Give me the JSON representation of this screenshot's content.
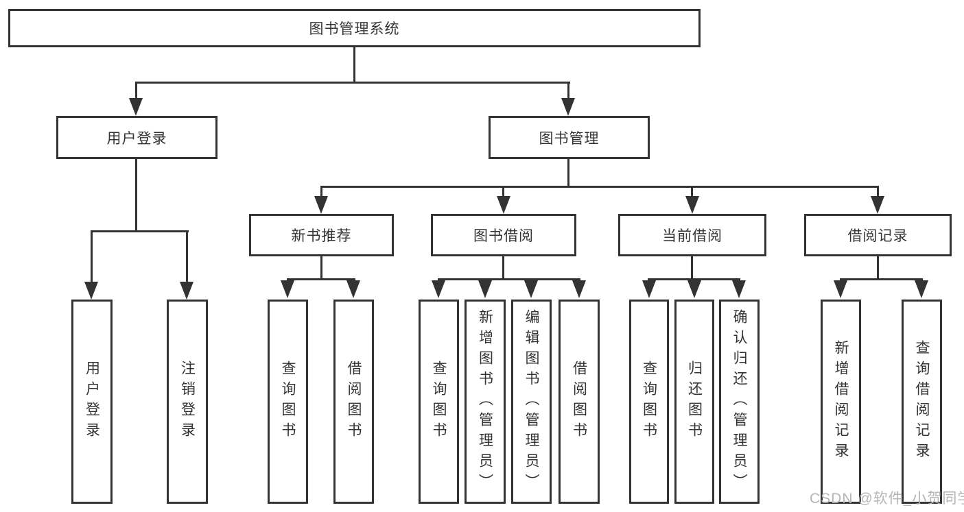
{
  "tree": {
    "root": {
      "label": "图书管理系统"
    },
    "level2": [
      {
        "label": "用户登录",
        "children": [
          "用户登录",
          "注销登录"
        ]
      },
      {
        "label": "图书管理",
        "sections": [
          {
            "label": "新书推荐",
            "children": [
              "查询图书",
              "借阅图书"
            ]
          },
          {
            "label": "图书借阅",
            "children": [
              "查询图书",
              "新增图书（管理员）",
              "编辑图书（管理员）",
              "借阅图书"
            ]
          },
          {
            "label": "当前借阅",
            "children": [
              "查询图书",
              "归还图书",
              "确认归还（管理员）"
            ]
          },
          {
            "label": "借阅记录",
            "children": [
              "新增借阅记录",
              "查询借阅记录"
            ]
          }
        ]
      }
    ]
  },
  "watermark": {
    "text": "CSDN @软件_小贺同学"
  },
  "colors": {
    "line": "#333333",
    "text": "#333333",
    "background": "#ffffff",
    "box_background": "#ffffff",
    "watermark": "#b5b5b5"
  }
}
